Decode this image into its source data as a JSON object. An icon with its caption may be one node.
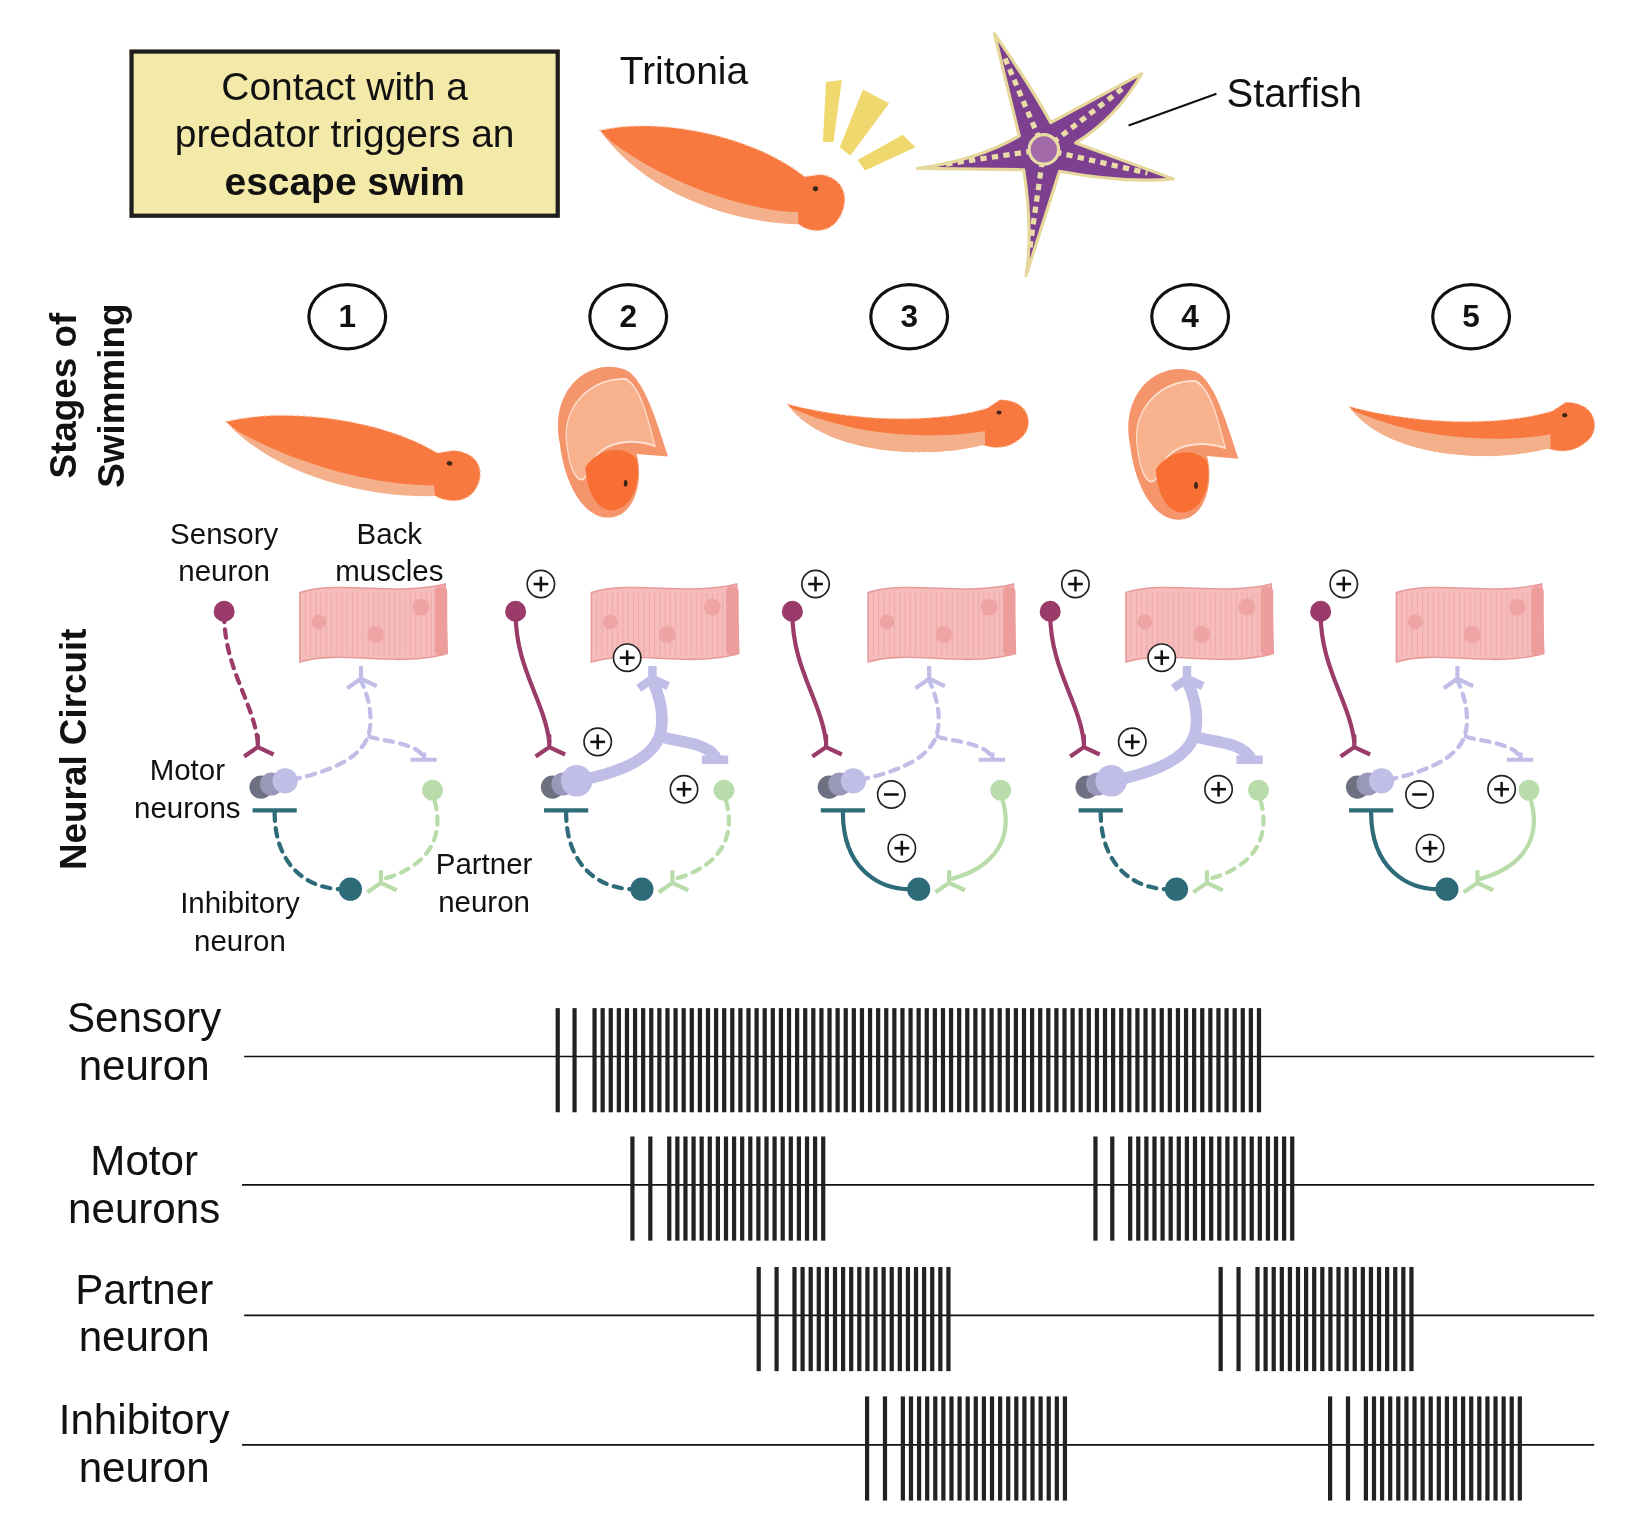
{
  "diagram": {
    "nodes": [
      {
        "text": [
          "Contact with a predator triggers an **escape swim**"
        ]
      },
      {
        "text": [
          "Starfish"
        ]
      },
      {
        "text": [],
        "shape": "picture"
      },
      {
        "text": [
          "1"
        ]
      },
      {
        "text": [
          "2"
        ]
      },
      {
        "text": [
          "3"
        ]
      },
      {
        "text": [
          "4"
        ]
      },
      {
        "text": [
          "5"
        ]
      }
    ],
    "edges": [
      {
        "from": 1,
        "to": 2,
        "arrow": "none"
      }
    ],
    "labels": [
      "Tritonia",
      "Stages of Swimming",
      "Neural Circuit",
      "Sensory neuron",
      "Back muscles",
      "Motor neurons",
      "Partner neuron",
      "Inhibitory neuron",
      "Sensory neuron",
      "Motor neurons",
      "Partner neuron",
      "Inhibitory neuron"
    ]
  }
}
